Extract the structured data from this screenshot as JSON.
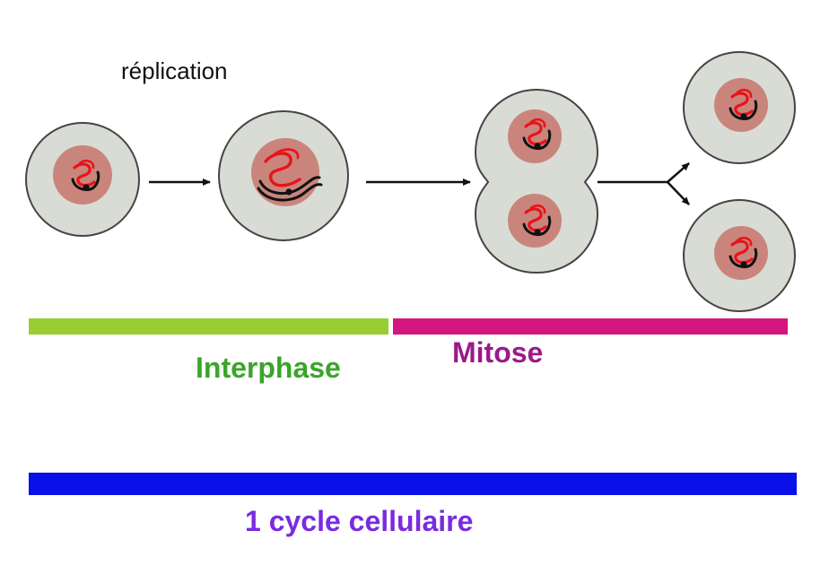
{
  "labels": {
    "replication": "réplication",
    "interphase": "Interphase",
    "mitose": "Mitose",
    "cycle": "1 cycle cellulaire"
  },
  "colors": {
    "cytoplasm": "#d8dcd4",
    "cell_outline": "#444444",
    "nucleus": "#c9857c",
    "chromatid_red": "#e8131b",
    "chromatid_black": "#111111",
    "interphase_bar": "#9acd32",
    "interphase_text": "#3aa52a",
    "mitose_bar": "#d4177f",
    "mitose_text": "#9b1a8a",
    "cycle_bar": "#0a10e8",
    "cycle_text": "#7a2be0"
  },
  "icons": [
    "arrow-right-icon",
    "fork-arrow-icon"
  ]
}
